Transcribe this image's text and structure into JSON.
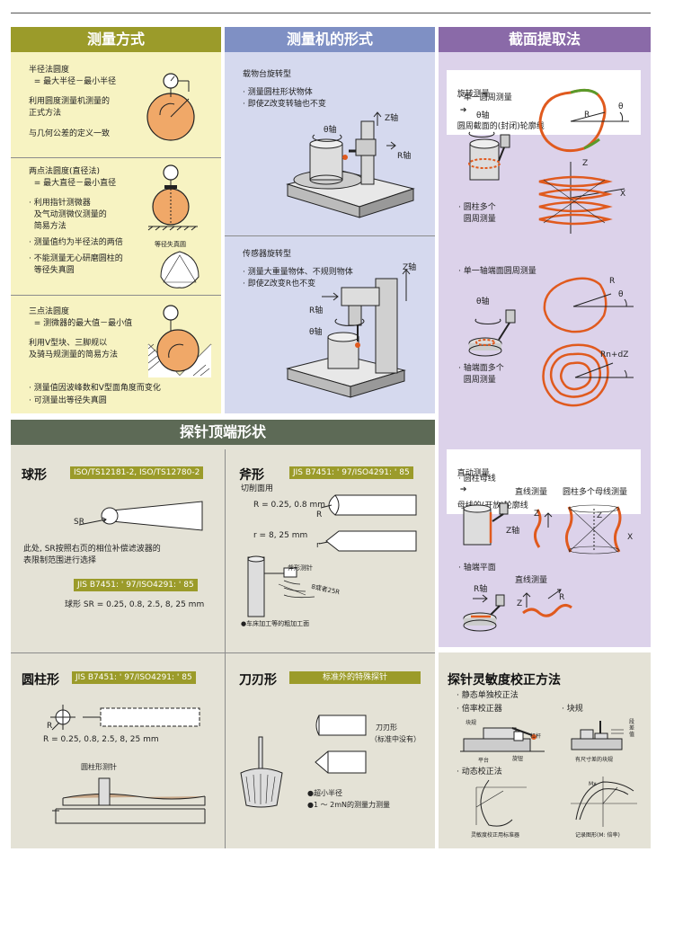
{
  "measure_method": {
    "title": "测量方式",
    "radius": {
      "line1": "半径法圆度",
      "line2": "  = 最大半径－最小半径",
      "line3": "利用圆度测量机测量的",
      "line4": "正式方法",
      "line5": "与几何公差的定义一致"
    },
    "two_point": {
      "line1": "两点法圆度(直径法)",
      "line2": "  = 最大直径－最小直径",
      "line3": "· 利用指针测微器",
      "line4": "  及气动测微仪测量的",
      "line5": "  简易方法",
      "line6": "· 测量值约为半径法的两倍",
      "line7": "· 不能测量无心研磨圆柱的",
      "line8": "  等径失真圆",
      "fig_label": "等径失真圆"
    },
    "three_point": {
      "line1": "三点法圆度",
      "line2": "  = 测微器的最大值－最小值",
      "line3": "利用V型块、三脚规以",
      "line4": "及骑马规测量的简易方法",
      "line5": "· 测量值因波峰数和V型面角度而变化",
      "line6": "· 可测量出等径失真圆"
    }
  },
  "machine_form": {
    "title": "测量机的形式",
    "table_rot": {
      "title": "载物台旋转型",
      "line1": "· 测量圆柱形状物体",
      "line2": "· 即使Z改变转轴也不变",
      "theta": "θ轴",
      "z": "Z轴",
      "r": "R轴"
    },
    "sensor_rot": {
      "title": "传感器旋转型",
      "line1": "· 测量大重量物体、不规则物体",
      "line2": "· 即使Z改变R也不变",
      "z": "Z轴",
      "r": "R轴",
      "theta": "θ轴"
    }
  },
  "section": {
    "title": "截面提取法",
    "rot_header_a": "旋转测量",
    "rot_header_b": "圆周截面的(封闭)轮廓线",
    "single_circle": "· 单一圆周测量",
    "theta": "θ轴",
    "r": "R",
    "theta_sym": "θ",
    "z": "Z",
    "x": "X",
    "multi_circle_a": "· 圆柱多个",
    "multi_circle_b": "  圆周测量",
    "single_end": "· 单一轴端面圆周测量",
    "multi_end_a": "· 轴端面多个",
    "multi_end_b": "  圆周测量",
    "rndz": "Rn+dZ",
    "lin_header_a": "直动测量",
    "lin_header_b": "母线的(开放)轮廓线",
    "cyl_generatrix": "· 圆柱母线",
    "straight_meas": "直线测量",
    "multi_gen": "圆柱多个母线测量",
    "z_axis": "Z轴",
    "end_plane": "· 轴端平面",
    "r_axis": "R轴"
  },
  "stylus": {
    "title": "探针顶端形状",
    "ball": {
      "title": "球形",
      "tag": "ISO/TS12181-2, ISO/TS12780-2",
      "sr": "SR",
      "note1": "此处, SR按照右页的相位补偿滤波器的",
      "note2": "表限制范围进行选择",
      "tag2": "JIS B7451: ' 97/ISO4291: ' 85",
      "sizes": "球形 SR = 0.25, 0.8, 2.5, 8, 25 mm"
    },
    "axe": {
      "title": "斧形",
      "tag": "JIS B7451: ' 97/ISO4291: ' 85",
      "sub": "切削面用",
      "r1": "R = 0.25, 0.8 mm",
      "r2": "r = 8, 25 mm",
      "R": "R",
      "r": "r",
      "probe": "斧形测针",
      "radius": "8或者25R",
      "note": "●车床加工等的粗加工面"
    },
    "cylinder": {
      "title": "圆柱形",
      "tag": "JIS B7451: ' 97/ISO4291: ' 85",
      "R": "R",
      "sizes": "R = 0.25, 0.8, 2.5, 8, 25 mm",
      "probe": "圆柱形测针"
    },
    "knife": {
      "title": "刀刃形",
      "tag": "标准外的特殊探针",
      "label1": "刀刃形",
      "label2": "（标准中没有）",
      "note1": "●超小半径",
      "note2": "●1 ～ 2mN的测量力测量"
    }
  },
  "calibration": {
    "title": "探针灵敏度校正方法",
    "static": "· 静态单独校正法",
    "ratio": "· 倍率校正器",
    "gauge": "· 块规",
    "block": "块规",
    "level": "杠杆",
    "flat": "平台",
    "rot": "旋钮",
    "step": "段差值",
    "gauge_note": "有尺寸差的块规",
    "dynamic": "· 动态校正法",
    "std": "灵敏度校正用标准器",
    "rec": "记录图形(M: 倍率)",
    "mx": "Mx"
  }
}
